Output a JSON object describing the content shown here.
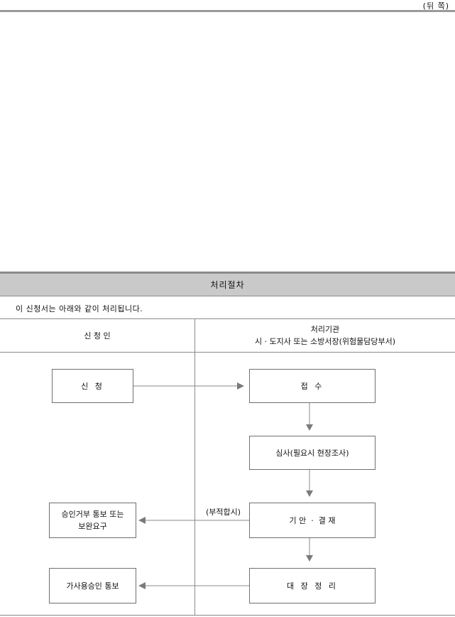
{
  "page_side": "(뒤 쪽)",
  "section_title": "처리절차",
  "intro": "이 신청서는 아래와 같이 처리됩니다.",
  "columns": {
    "applicant": "신 청 인",
    "agency_title": "처리기관",
    "agency_sub": "시 · 도지사   또는 소방서장(위험물담당부서)"
  },
  "flow": {
    "apply": "신 청",
    "receive": "접 수",
    "review": "심사(필요시 현장조사)",
    "draft": "기 안  ·  결 재",
    "ledger": "대 장 정 리",
    "reject": "승인거부 통보 또는\n보완요구",
    "notify": "가사용승인 통보",
    "unfit_note": "(부적합시)"
  },
  "colors": {
    "line": "#8a8a8a",
    "arrow": "#7a7a7a",
    "header_bg": "#c9c9c9"
  }
}
